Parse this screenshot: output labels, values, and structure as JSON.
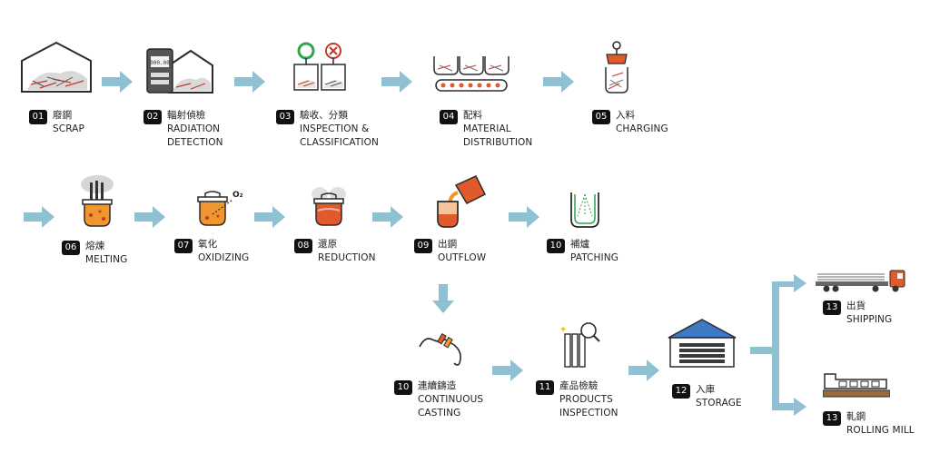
{
  "steps": [
    {
      "num": "01",
      "zh": "廢鋼",
      "en": "SCRAP"
    },
    {
      "num": "02",
      "zh": "輻射偵檢",
      "en": "RADIATION\nDETECTION"
    },
    {
      "num": "03",
      "zh": "驗收、分類",
      "en": "INSPECTION &\nCLASSIFICATION"
    },
    {
      "num": "04",
      "zh": "配料",
      "en": "MATERIAL\nDISTRIBUTION"
    },
    {
      "num": "05",
      "zh": "入料",
      "en": "CHARGING"
    },
    {
      "num": "06",
      "zh": "熔煉",
      "en": "MELTING"
    },
    {
      "num": "07",
      "zh": "氧化",
      "en": "OXIDIZING"
    },
    {
      "num": "08",
      "zh": "還原",
      "en": "REDUCTION"
    },
    {
      "num": "09",
      "zh": "出鋼",
      "en": "OUTFLOW"
    },
    {
      "num": "10",
      "zh": "補爐",
      "en": "PATCHING"
    },
    {
      "num": "10",
      "zh": "連續鑄造",
      "en": "CONTINUOUS\nCASTING"
    },
    {
      "num": "11",
      "zh": "產品檢驗",
      "en": "PRODUCTS\nINSPECTION"
    },
    {
      "num": "12",
      "zh": "入庫",
      "en": "STORAGE"
    },
    {
      "num": "13",
      "zh": "出貨",
      "en": "SHIPPING"
    },
    {
      "num": "13",
      "zh": "軋鋼",
      "en": "ROLLING MILL"
    }
  ],
  "detector_display": "000.00",
  "oxygen_symbol": "O₂",
  "colors": {
    "arrow": "#8fc1d2",
    "accent": "#e05a2b",
    "orange": "#f0962f",
    "line": "#2b2b2b",
    "roof": "#3d79c4"
  }
}
